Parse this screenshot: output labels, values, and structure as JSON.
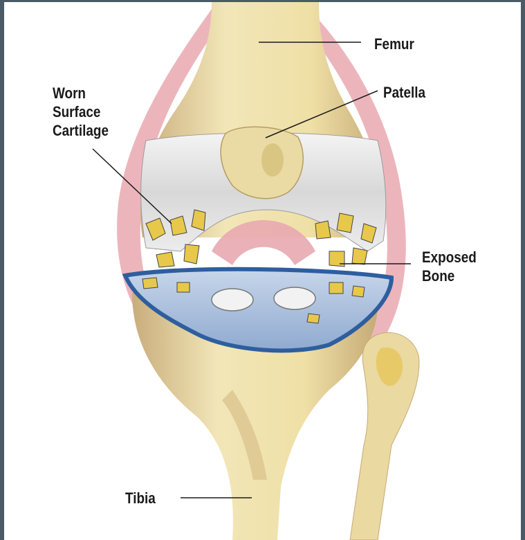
{
  "labels": {
    "femur": "Femur",
    "patella": "Patella",
    "cartilage_line1": "Worn",
    "cartilage_line2": "Surface",
    "cartilage_line3": "Cartilage",
    "bone_line1": "Exposed",
    "bone_line2": "Bone",
    "tibia": "Tibia"
  },
  "colors": {
    "frame": "#4a5a66",
    "bone": "#efe3b0",
    "bone_shadow": "#c9b07a",
    "cartilage": "#e4e4e4",
    "ligament": "#e9a8b0",
    "meniscus": "#9fb8d8",
    "meniscus_edge": "#2e5e9e",
    "exposed_bone": "#e8c84a",
    "leader_line": "#1a1a1a"
  }
}
